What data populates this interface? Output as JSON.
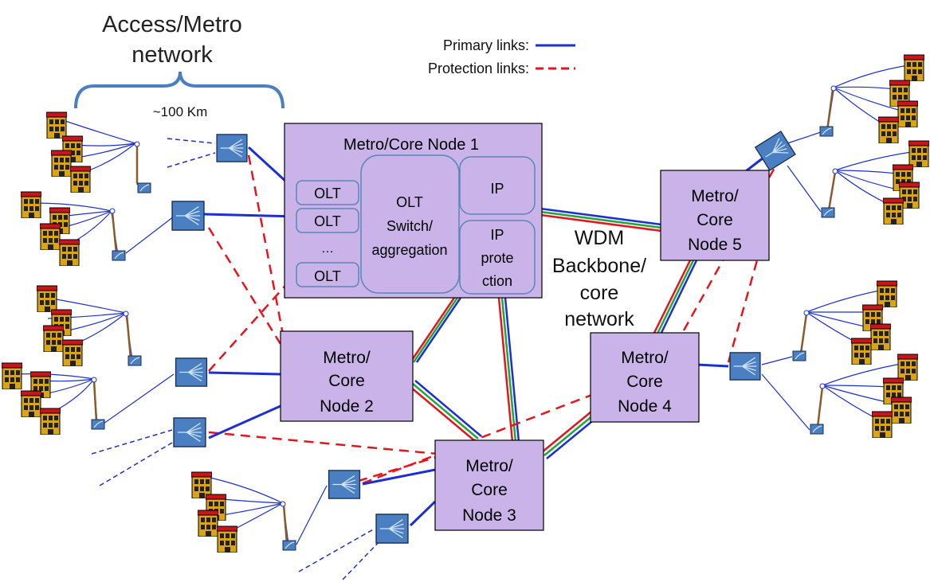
{
  "labels": {
    "access_title_line1": "Access/Metro",
    "access_title_line2": "network",
    "distance": "~100 Km",
    "wdm_line1": "WDM",
    "wdm_line2": "Backbone/",
    "wdm_line3": "core",
    "wdm_line4": "network"
  },
  "legend": {
    "primary_label": "Primary links:",
    "protection_label": "Protection links:"
  },
  "node1": {
    "title": "Metro/Core Node   1",
    "olt_1": "OLT",
    "olt_2": "OLT",
    "olt_ellipsis": "…",
    "olt_3": "OLT",
    "switch_line1": "OLT",
    "switch_line2": "Switch/",
    "switch_line3": "aggregation",
    "ip": "IP",
    "ipprot_line1": "IP",
    "ipprot_line2": "prote",
    "ipprot_line3": "ction"
  },
  "node2": {
    "line1": "Metro/",
    "line2": "Core",
    "line3": "Node   2"
  },
  "node3": {
    "line1": "Metro/",
    "line2": "Core",
    "line3": "Node   3"
  },
  "node4": {
    "line1": "Metro/",
    "line2": "Core",
    "line3": "Node   4"
  },
  "node5": {
    "line1": "Metro/",
    "line2": "Core",
    "line3": "Node   5"
  },
  "colors": {
    "node_fill": "#c9b3e8",
    "splitter_fill": "#4a7fc1",
    "primary_link": "#1c2fd6",
    "protection_link": "#e8141c",
    "wdm_red": "#e8141c",
    "wdm_green": "#1ea83c",
    "wdm_blue": "#1c2fd6",
    "brace": "#4a7fc1",
    "building_wall": "#d9a514",
    "building_roof": "#c8141c"
  }
}
